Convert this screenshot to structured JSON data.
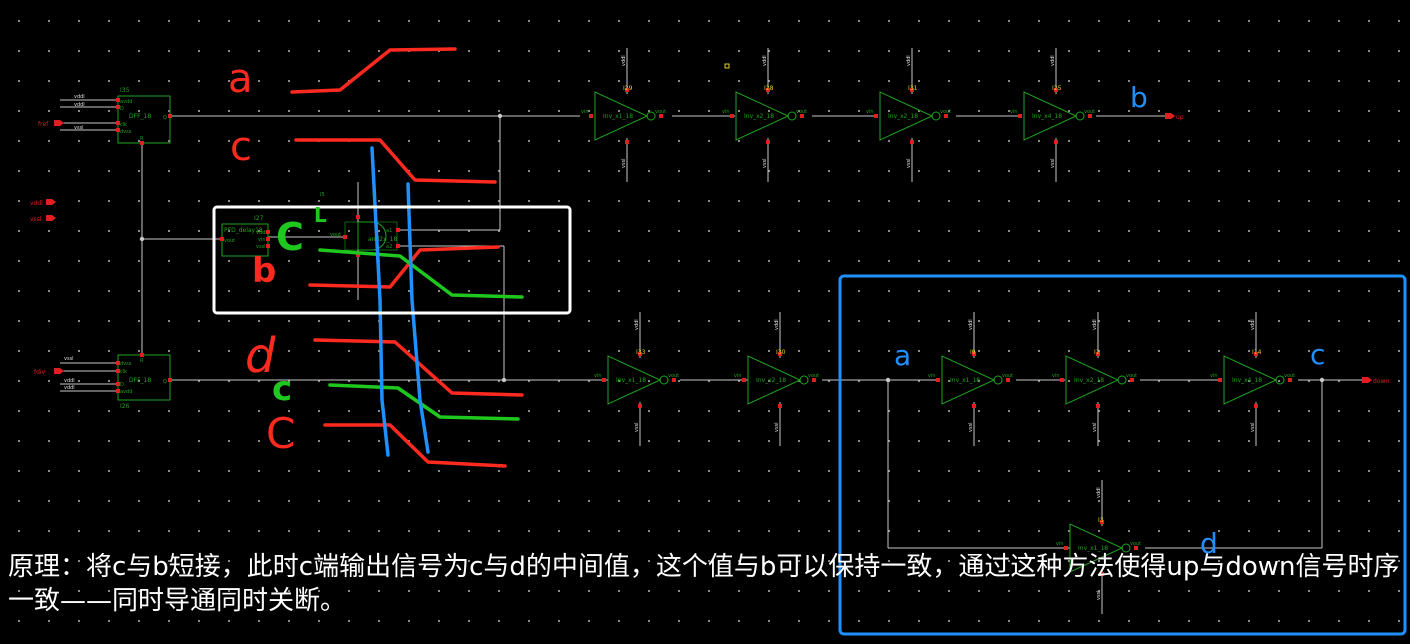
{
  "schematic": {
    "ports": {
      "fref": "fref",
      "fdiv": "fdiv",
      "vddl": "vddl",
      "vssl": "vssl",
      "up": "up",
      "down": "down"
    },
    "dff_top": {
      "name": "DFF_18",
      "inst": "I35",
      "pins": [
        "vddl",
        "vddl",
        "fref",
        "vssl"
      ],
      "pin_names": [
        "avdd",
        "D",
        "clk",
        "dvss"
      ],
      "q": "Q",
      "r": "R"
    },
    "dff_bot": {
      "name": "DFF_18",
      "inst": "I26",
      "pins": [
        "vssl",
        "fdiv",
        "vddl",
        "vddl"
      ],
      "pin_names": [
        "dvss",
        "clk",
        "D",
        "avdd"
      ],
      "q": "Q",
      "r": "R"
    },
    "delay": {
      "name": "PFD_delay18",
      "inst": "I27",
      "pins": [
        "vout",
        "vddl",
        "vin",
        "vssl"
      ]
    },
    "and": {
      "name": "and2x_18",
      "inst": "I5",
      "pins": [
        "a1",
        "a2",
        "vout"
      ]
    },
    "inv_top": [
      {
        "name": "Inv_x1_18",
        "inst": "I29"
      },
      {
        "name": "Inv_x2_18",
        "inst": "I28"
      },
      {
        "name": "Inv_x2_18",
        "inst": "I31"
      },
      {
        "name": "Inv_x4_18",
        "inst": "I25"
      }
    ],
    "inv_bot": [
      {
        "name": "Inv_x1_18",
        "inst": "I33"
      },
      {
        "name": "Inv_x2_18",
        "inst": "I30"
      },
      {
        "name": "Inv_x1_18",
        "inst": "I9"
      },
      {
        "name": "Inv_x2_18",
        "inst": "I1"
      },
      {
        "name": "Inv_x4_18",
        "inst": "I14"
      }
    ],
    "inv_extra": {
      "name": "Inv_x1_18",
      "inst": "I3"
    },
    "pin_vin": "vin",
    "pin_vout": "vout",
    "pin_vdd": "vddl",
    "pin_vss": "vssl"
  },
  "annotations": {
    "a_top": "a",
    "c_top": "c",
    "c_green": "C",
    "L_green": "L",
    "b_red": "b",
    "d_red": "d",
    "c_green2": "c",
    "c_red2": "C",
    "blue_b": "b",
    "blue_a": "a",
    "blue_c": "c",
    "blue_d": "d"
  },
  "note": "原理：将c与b短接，此时c端输出信号为c与d的中间值，这个值与b可以保持一致，通过这种方法使得up与down信号时序一致——同时导通同时关断。",
  "colors": {
    "wire": "#c8c8c8",
    "component": "#1fa31f",
    "pin": "#e02020",
    "red_ink": "#ff2a1f",
    "green_ink": "#1fc81f",
    "blue_ink": "#2090ff",
    "white_box": "#ffffff"
  }
}
